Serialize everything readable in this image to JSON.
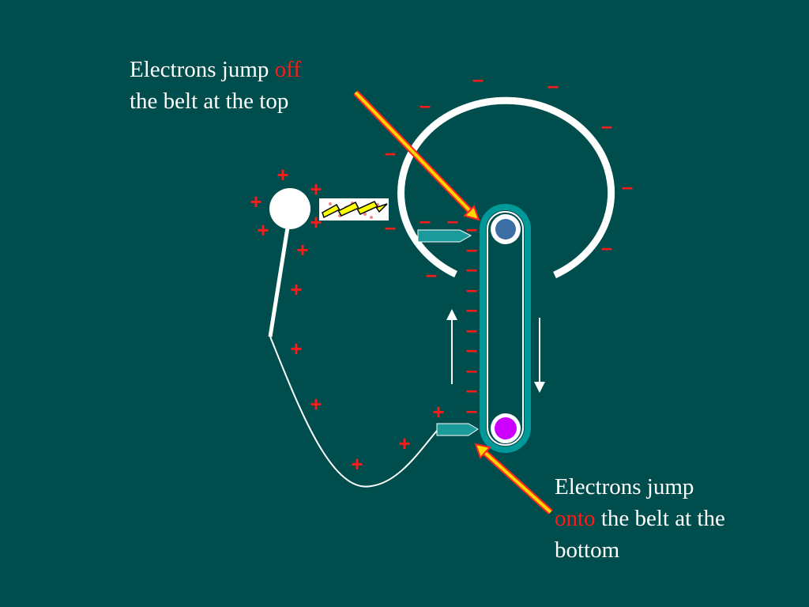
{
  "captions": {
    "top": {
      "line1_a": "Electrons jump ",
      "line1_hl": "off",
      "line2": "the belt at the top"
    },
    "bottom": {
      "line1": "Electrons jump",
      "line2_hl": "onto",
      "line2_b": " the belt at the",
      "line3": "bottom"
    }
  },
  "charges": {
    "negative_symbol": "–",
    "positive_symbol": "+"
  },
  "colors": {
    "background": "#004d4d",
    "highlight": "#ff1a1a",
    "belt": "#009999",
    "top_pulley": "#3a6ea5",
    "bottom_pulley": "#cc00ff",
    "brush": "#1a9a9a",
    "pointer_arrow": "#ffd700"
  },
  "icons": [
    "sphere-dome-icon",
    "spark-icon",
    "belt-direction-arrow-icon",
    "brush-comb-icon",
    "pointer-arrow-icon",
    "discharge-ball-icon"
  ]
}
